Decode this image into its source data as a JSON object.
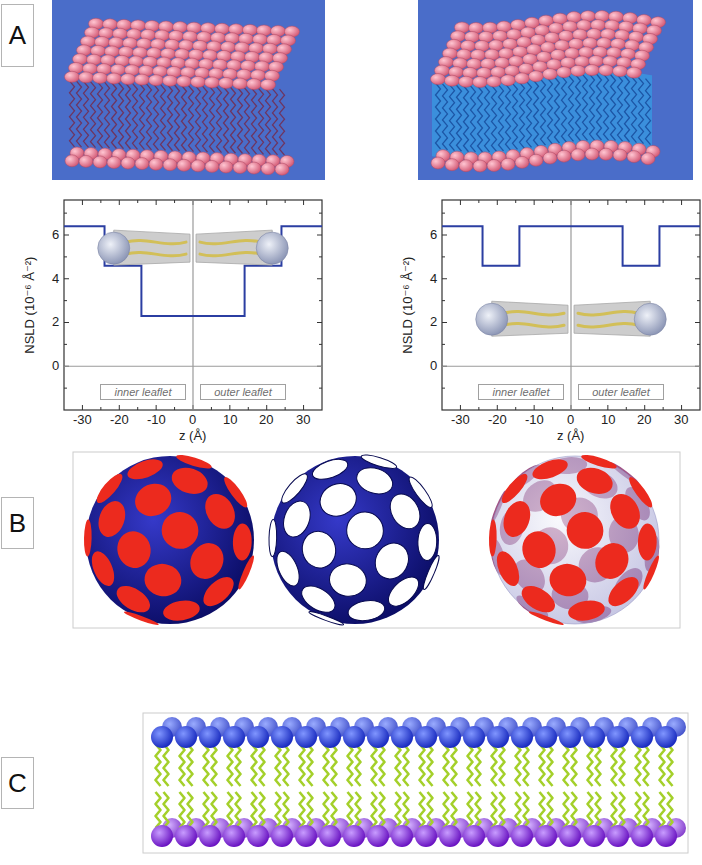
{
  "diagram": {
    "nodes": [
      {
        "text": [
          "A"
        ]
      },
      {
        "text": [
          "inner leaflet"
        ]
      },
      {
        "text": [
          "outer leaflet"
        ]
      },
      {
        "text": [
          "inner leaflet"
        ]
      },
      {
        "text": [
          "outer leaflet"
        ]
      },
      {
        "text": [
          "B"
        ]
      },
      {
        "text": [
          "C"
        ]
      }
    ],
    "labels": [
      "6",
      "4",
      "2",
      "0",
      "-30",
      "-20",
      "-10",
      "0",
      "10",
      "20",
      "30",
      "NSLD (10⁻⁶ Å⁻²)",
      "z (Å)",
      "6",
      "4",
      "2",
      "0",
      "-30",
      "-20",
      "-10",
      "0",
      "10",
      "20",
      "30",
      "NSLD (10⁻⁶ Å⁻²)",
      "z (Å)"
    ]
  }
}
